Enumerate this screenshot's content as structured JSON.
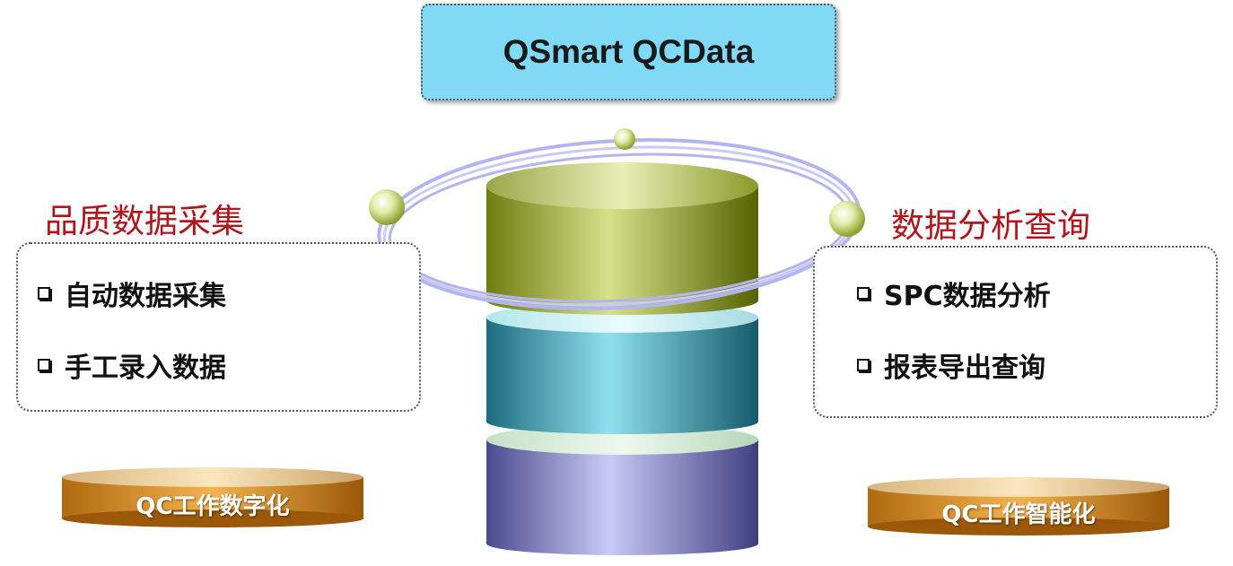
{
  "title": "QSmart QCData",
  "left_section": {
    "heading": "品质数据采集",
    "items": [
      {
        "label": "自动数据采集"
      },
      {
        "label": "手工录入数据"
      }
    ],
    "pedestal_label": "QC工作数字化"
  },
  "right_section": {
    "heading": "数据分析查询",
    "items": [
      {
        "label": "SPC数据分析"
      },
      {
        "label": "报表导出查询"
      }
    ],
    "pedestal_label": "QC工作智能化"
  },
  "colors": {
    "title_bg": "#80d9f5",
    "heading": "#b0161c",
    "cylinder_top": "#9cab2c",
    "cylinder_middle": "#3fa6bc",
    "cylinder_bottom": "#8e8fd0",
    "pedestal": "#c77a12",
    "orbit": "#b3b6ee"
  }
}
